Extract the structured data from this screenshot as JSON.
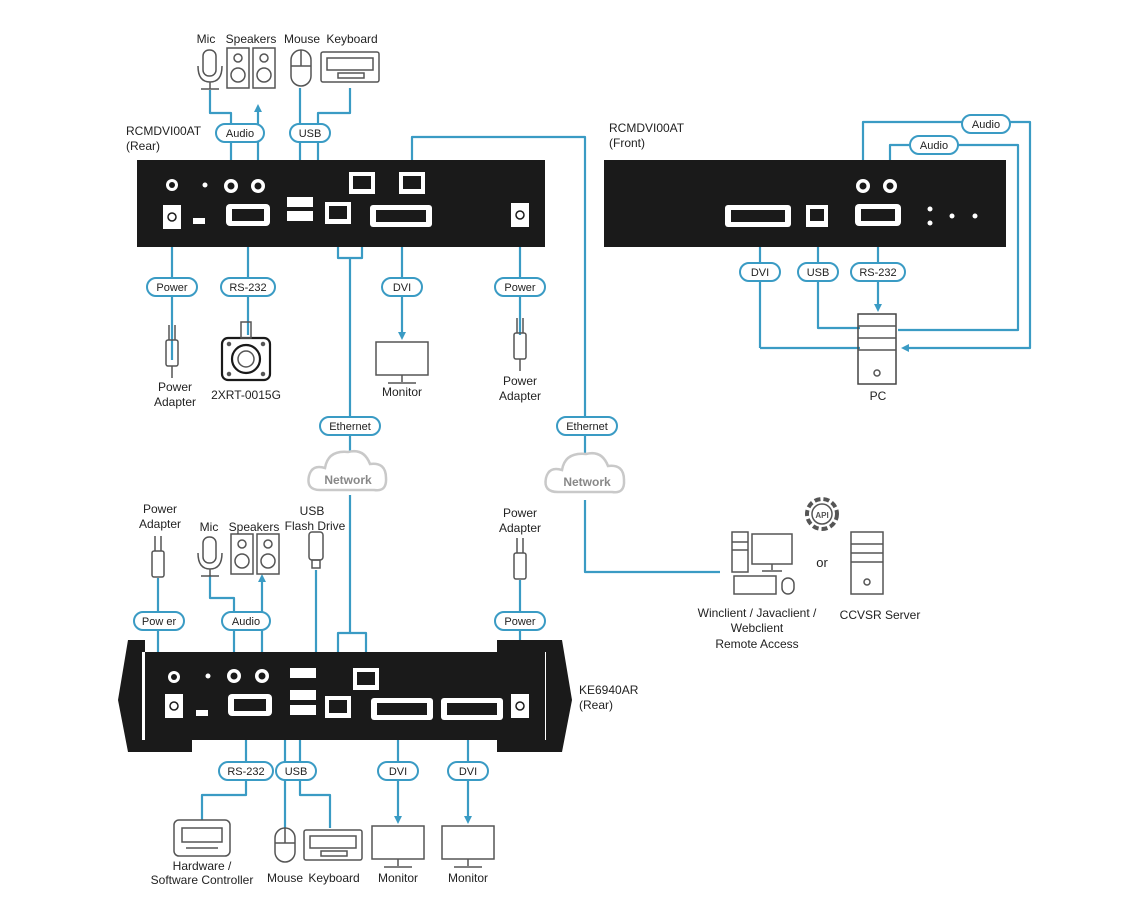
{
  "colors": {
    "cable": "#3a9bc4",
    "device": "#1a1a1a",
    "outline": "#555555",
    "cloud": "#c9c9c9",
    "cloud_text": "#888888"
  },
  "devices": {
    "rcm_rear": {
      "label": "RCMDVI00AT",
      "sub": "(Rear)"
    },
    "rcm_front": {
      "label": "RCMDVI00AT",
      "sub": "(Front)"
    },
    "ke_rear": {
      "label": "KE6940AR",
      "sub": "(Rear)"
    }
  },
  "peripherals": {
    "mic": "Mic",
    "speakers": "Speakers",
    "mouse": "Mouse",
    "keyboard": "Keyboard",
    "power_adapter_1": "Power",
    "power_adapter_2": "Adapter",
    "monitor": "Monitor",
    "push_button": "2XRT-0015G",
    "pc": "PC",
    "usb_flash_1": "USB",
    "usb_flash_2": "Flash Drive",
    "controller_1": "Hardware /",
    "controller_2": "Software Controller",
    "remote_1": "Winclient / Javaclient /",
    "remote_2": "Webclient",
    "remote_3": "Remote Access",
    "or": "or",
    "ccvsr": "CCVSR Server",
    "api": "API"
  },
  "cable_labels": {
    "audio": "Audio",
    "usb": "USB",
    "power": "Power",
    "power_ke_left": "Pow er",
    "rs232": "RS-232",
    "dvi": "DVI",
    "ethernet": "Ethernet"
  },
  "network": {
    "label": "Network"
  }
}
